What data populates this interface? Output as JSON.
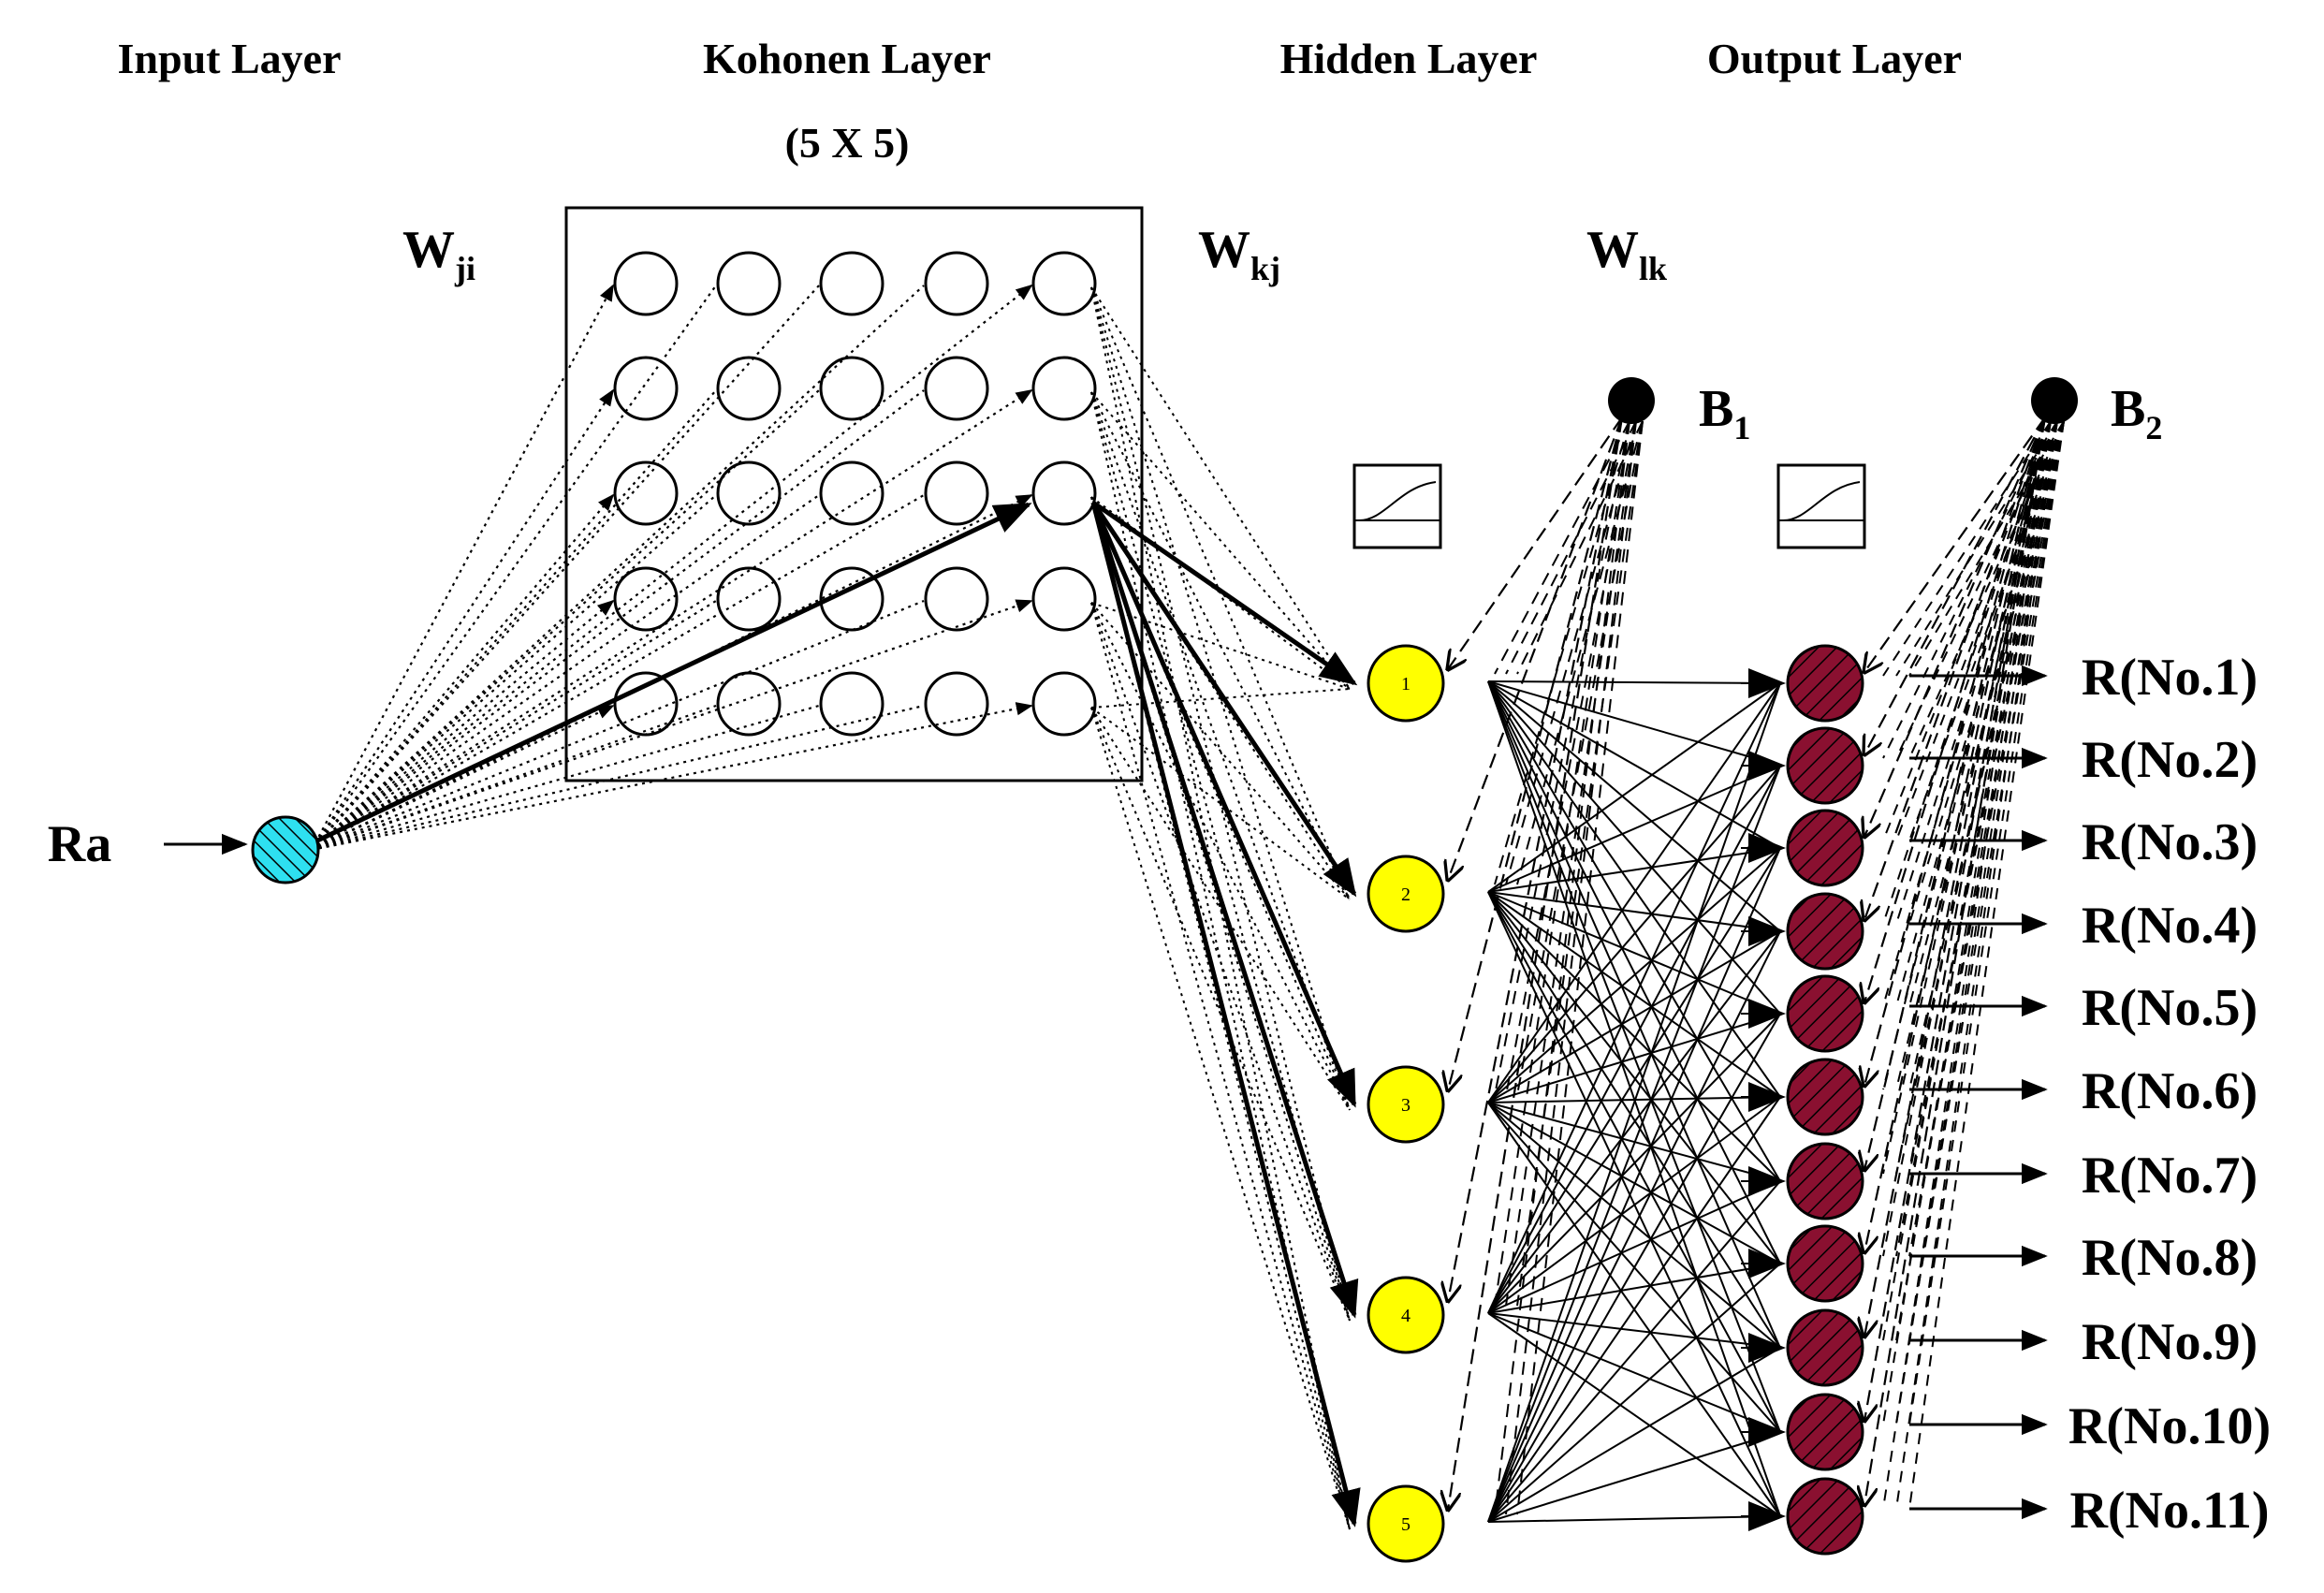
{
  "headers": {
    "input": "Input Layer",
    "kohonen": "Kohonen Layer",
    "kohonen_size": "(5 X 5)",
    "hidden": "Hidden Layer",
    "output": "Output Layer"
  },
  "weights": [
    {
      "base": "W",
      "sub": "ji"
    },
    {
      "base": "W",
      "sub": "kj"
    },
    {
      "base": "W",
      "sub": "lk"
    }
  ],
  "biases": [
    {
      "base": "B",
      "sub": "1"
    },
    {
      "base": "B",
      "sub": "2"
    }
  ],
  "input_label": "Ra",
  "hidden_nodes": [
    "1",
    "2",
    "3",
    "4",
    "5"
  ],
  "outputs": [
    "R(No.1)",
    "R(No.2)",
    "R(No.3)",
    "R(No.4)",
    "R(No.5)",
    "R(No.6)",
    "R(No.7)",
    "R(No.8)",
    "R(No.9)",
    "R(No.10)",
    "R(No.11)"
  ],
  "kohonen_grid": {
    "rows": 5,
    "cols": 5
  },
  "colors": {
    "input_node": "#2ee0f0",
    "hidden_node": "#ffff00",
    "output_node": "#8a1030",
    "line": "#000000"
  },
  "icons": [
    "sigmoid-transfer-icon",
    "sigmoid-transfer-icon"
  ]
}
